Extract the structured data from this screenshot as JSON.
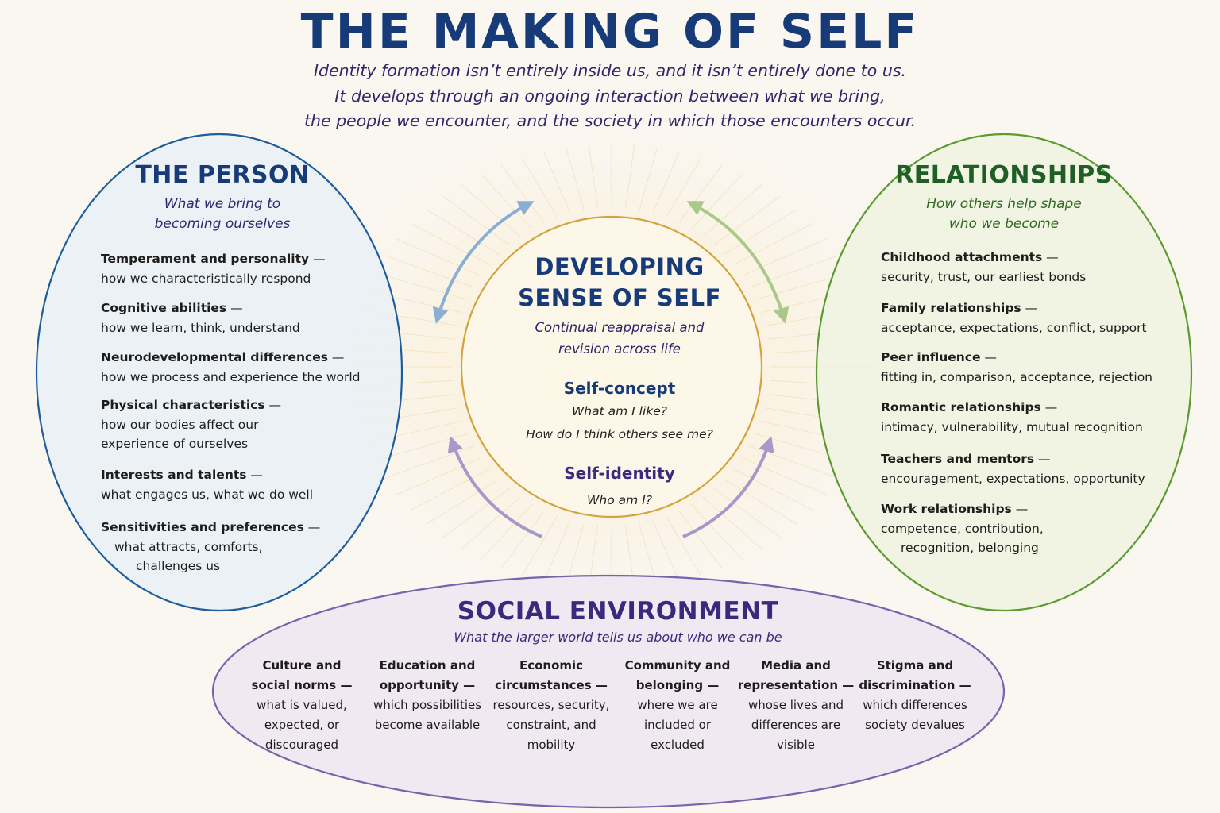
{
  "title": "THE MAKING OF SELF",
  "intro": [
    "Identity formation isn’t entirely inside us, and it isn’t entirely done to us.",
    "It develops through an ongoing interaction between what we bring,",
    "the people we encounter, and the society in which those encounters occur."
  ],
  "colors": {
    "person": "#1d5d9b",
    "relationships": "#5a9a2e",
    "environment": "#7a62ad",
    "center": "#d3a33c",
    "title": "#163b78"
  },
  "person": {
    "heading": "THE PERSON",
    "subtitle": [
      "What we bring to",
      "becoming ourselves"
    ],
    "items": [
      {
        "name": "Temperament and personality",
        "lines": [
          "how we characteristically respond"
        ]
      },
      {
        "name": "Cognitive abilities",
        "lines": [
          "how we learn, think, understand"
        ]
      },
      {
        "name": "Neurodevelopmental differences",
        "lines": [
          "how we process and experience the world"
        ]
      },
      {
        "name": "Physical characteristics",
        "lines": [
          "how our bodies affect our",
          "experience of ourselves"
        ]
      },
      {
        "name": "Interests and talents",
        "lines": [
          "what engages us, what we do well"
        ]
      },
      {
        "name": "Sensitivities and preferences",
        "lines": [
          "what attracts, comforts,",
          "challenges us"
        ]
      }
    ]
  },
  "relationships": {
    "heading": "RELATIONSHIPS",
    "subtitle": [
      "How others help shape",
      "who we become"
    ],
    "items": [
      {
        "name": "Childhood attachments",
        "lines": [
          "security, trust, our earliest bonds"
        ]
      },
      {
        "name": "Family relationships",
        "lines": [
          "acceptance, expectations, conflict, support"
        ]
      },
      {
        "name": "Peer influence",
        "lines": [
          "fitting in, comparison, acceptance, rejection"
        ]
      },
      {
        "name": "Romantic relationships",
        "lines": [
          "intimacy, vulnerability, mutual recognition"
        ]
      },
      {
        "name": "Teachers and mentors",
        "lines": [
          "encouragement, expectations, opportunity"
        ]
      },
      {
        "name": "Work relationships",
        "lines": [
          "competence, contribution,",
          "recognition, belonging"
        ]
      }
    ]
  },
  "center": {
    "heading": [
      "DEVELOPING",
      "SENSE OF SELF"
    ],
    "subtitle": [
      "Continual reappraisal and",
      "revision across life"
    ],
    "self_concept": {
      "label": "Self-concept",
      "questions": [
        "What am I like?",
        "How do I think others see me?"
      ]
    },
    "self_identity": {
      "label": "Self-identity",
      "questions": [
        "Who am I?"
      ]
    }
  },
  "environment": {
    "heading": "SOCIAL ENVIRONMENT",
    "subtitle": "What the larger world tells us about who we can be",
    "columns": [
      {
        "name": [
          "Culture and",
          "social norms —"
        ],
        "desc": [
          "what is valued,",
          "expected, or",
          "discouraged"
        ]
      },
      {
        "name": [
          "Education and",
          "opportunity —"
        ],
        "desc": [
          "which possibilities",
          "become available"
        ]
      },
      {
        "name": [
          "Economic",
          "circumstances —"
        ],
        "desc": [
          "resources, security,",
          "constraint, and",
          "mobility"
        ]
      },
      {
        "name": [
          "Community and",
          "belonging —"
        ],
        "desc": [
          "where we are",
          "included or",
          "excluded"
        ]
      },
      {
        "name": [
          "Media and",
          "representation —"
        ],
        "desc": [
          "whose lives and",
          "differences are",
          "visible"
        ]
      },
      {
        "name": [
          "Stigma and",
          "discrimination —"
        ],
        "desc": [
          "which differences",
          "society devalues"
        ]
      }
    ]
  }
}
